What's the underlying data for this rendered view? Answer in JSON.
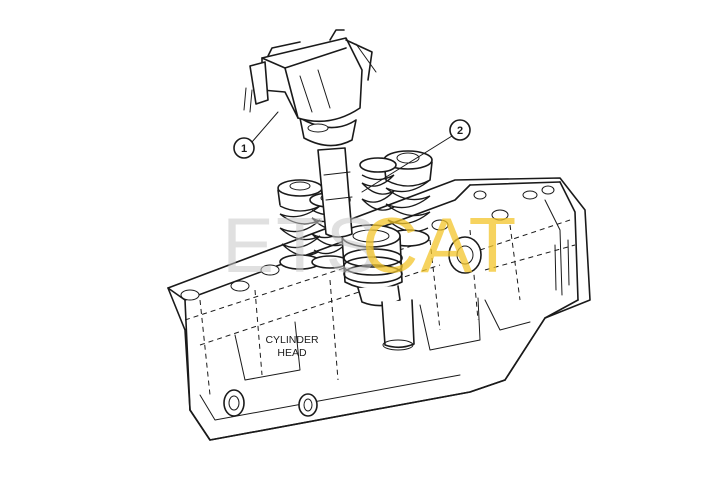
{
  "diagram": {
    "callouts": [
      {
        "id": "1",
        "label": "1"
      },
      {
        "id": "2",
        "label": "2"
      }
    ],
    "component_labels": {
      "head_line1": "CYLINDER",
      "head_line2": "HEAD"
    },
    "watermark": {
      "part1": "ETS",
      "part2": "CAT"
    },
    "colors": {
      "line": "#1a1a1a",
      "watermark_gray": "#c8c8c8",
      "watermark_yellow": "#f3c52a"
    }
  }
}
